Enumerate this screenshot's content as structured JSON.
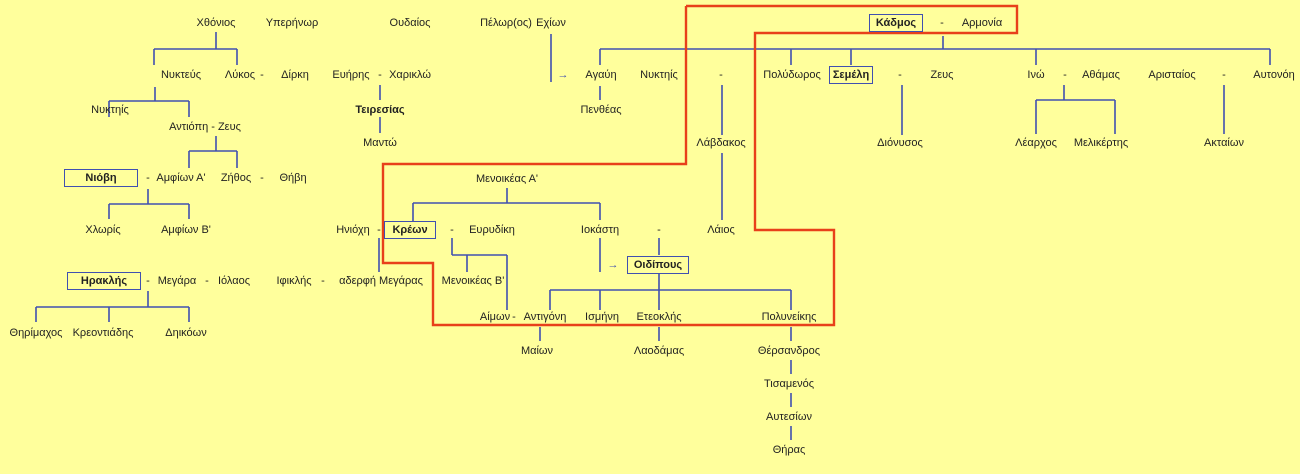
{
  "colors": {
    "background": "#FFFF9C",
    "lines": "#4050B0",
    "highlight": "#E8401A"
  },
  "nodes": {
    "chthonios": "Χθόνιος",
    "hyperenor": "Υπερήνωρ",
    "oudaios": "Ουδαίος",
    "pelor": "Πέλωρ(ος)",
    "echion": "Εχίων",
    "kadmos": "Κάδμος",
    "dash_kadmos": "-",
    "harmonia": "Αρμονία",
    "nykteus": "Νυκτεύς",
    "lykos": "Λύκος",
    "dash_lykos": "-",
    "dirke": "Δίρκη",
    "euires": "Ευήρης",
    "dash_euires": "-",
    "chariklo": "Χαρικλώ",
    "arrow_agave": "→",
    "agave": "Αγαύη",
    "nyktis_top": "Νυκτηίς",
    "dash_polydoros": "-",
    "polydoros": "Πολύδωρος",
    "semele": "Σεμέλη",
    "dash_semele": "-",
    "zeus_top": "Ζευς",
    "ino": "Ινώ",
    "dash_ino": "-",
    "athamas": "Αθάμας",
    "aristaios": "Αρισταίος",
    "dash_aristaios": "-",
    "autonoe": "Αυτονόη",
    "nyktis_left": "Νυκτηίς",
    "antiope": "Αντιόπη - Ζευς",
    "teiresias": "Τειρεσίας",
    "pentheas": "Πενθέας",
    "manto": "Μαντώ",
    "labdakos": "Λάβδακος",
    "dionysos": "Διόνυσος",
    "learchos": "Λέαρχος",
    "melikertes": "Μελικέρτης",
    "aktaion": "Ακταίων",
    "niobe": "Νιόβη",
    "dash_niobe": "-",
    "amphion_a": "Αμφίων Α'",
    "zethos": "Ζήθος",
    "dash_zethos": "-",
    "thebe": "Θήβη",
    "menoikeas_a": "Μενοικέας Α'",
    "chloris": "Χλωρίς",
    "amphion_b": "Αμφίων Β'",
    "heniochi": "Ηνιόχη",
    "dash_kreon": "-",
    "kreon": "Κρέων",
    "dash_eurydike": "-",
    "eurydike": "Ευρυδίκη",
    "iokaste": "Ιοκάστη",
    "dash_iokaste": "-",
    "laios": "Λάιος",
    "arrow_oidipous": "→",
    "oidipous": "Οιδίπους",
    "herakles": "Ηρακλής",
    "dash_herakles": "-",
    "megara": "Μεγάρα",
    "dash_megara": "-",
    "iolaos": "Ιόλαος",
    "iphikles": "Ιφικλής",
    "dash_iphikles": "-",
    "sister_megara": "αδερφή Μεγάρας",
    "menoikeas_b": "Μενοικέας Β'",
    "haimon": "Αίμων",
    "dash_haimon": "-",
    "antigone": "Αντιγόνη",
    "ismene": "Ισμήνη",
    "eteokles": "Ετεοκλής",
    "polyneikes": "Πολυνείκης",
    "therimachos": "Θηρίμαχος",
    "kreontiades": "Κρεοντιάδης",
    "deikoon": "Δηικόων",
    "maion": "Μαίων",
    "laodamas": "Λαοδάμας",
    "thersandros": "Θέρσανδρος",
    "tisamenos": "Τισαμενός",
    "autesion": "Αυτεσίων",
    "theras": "Θήρας"
  }
}
